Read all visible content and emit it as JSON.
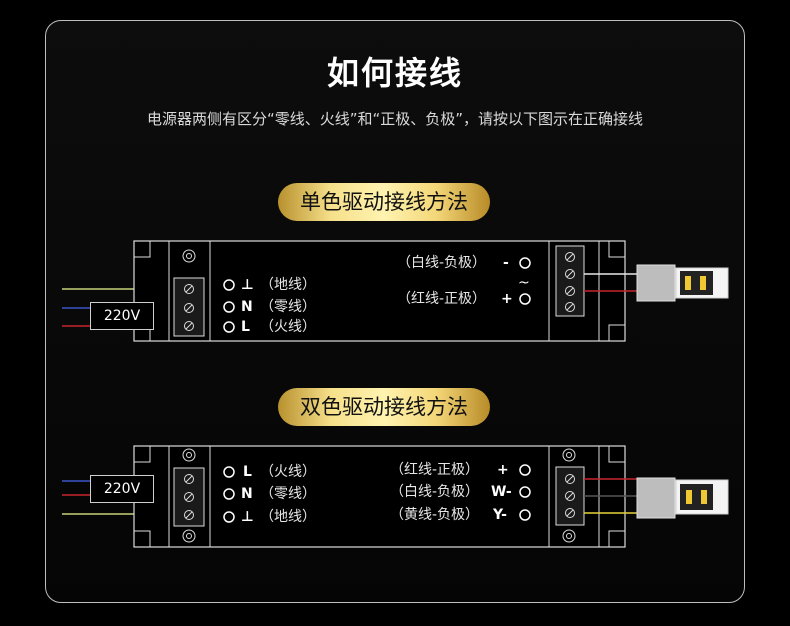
{
  "title": "如何接线",
  "subtitle": "电源器两侧有区分“零线、火线”和“正极、负极”，请按以下图示在正确接线",
  "single": {
    "heading": "单色驱动接线方法",
    "voltage": "220V",
    "input_ground_symbol": "⊥",
    "input_ground_label": "（地线）",
    "input_neutral_symbol": "N",
    "input_neutral_label": "（零线）",
    "input_live_symbol": "L",
    "input_live_label": "（火线）",
    "out_neg_label": "（白线-负极）",
    "out_neg_symbol": "-",
    "out_ac_symbol": "~",
    "out_pos_label": "（红线-正极）",
    "out_pos_symbol": "+"
  },
  "dual": {
    "heading": "双色驱动接线方法",
    "voltage": "220V",
    "input_live_symbol": "L",
    "input_live_label": "（火线）",
    "input_neutral_symbol": "N",
    "input_neutral_label": "（零线）",
    "input_ground_symbol": "⊥",
    "input_ground_label": "（地线）",
    "out_pos_label": "（红线-正极）",
    "out_pos_symbol": "+",
    "out_w_label": "（白线-负极）",
    "out_w_symbol": "W-",
    "out_y_label": "（黄线-负极）",
    "out_y_symbol": "Y-"
  },
  "colors": {
    "wire_yellow_green": "#c8d27a",
    "wire_blue": "#3a57c8",
    "wire_red": "#c8262e",
    "wire_white": "#e8e8e8",
    "wire_yellow": "#e8d23a",
    "gold": "#f3d677"
  }
}
